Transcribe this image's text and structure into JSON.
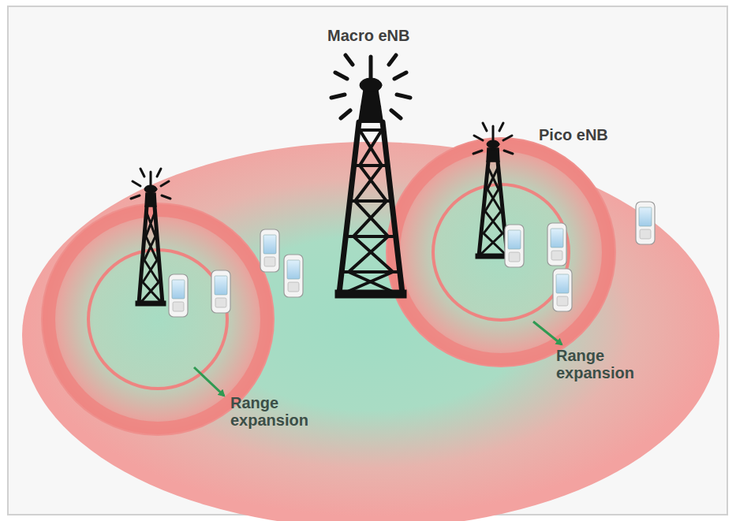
{
  "diagram": {
    "labels": [
      "Macro eNB",
      "Pico eNB",
      "Range expansion",
      "Range expansion"
    ]
  }
}
